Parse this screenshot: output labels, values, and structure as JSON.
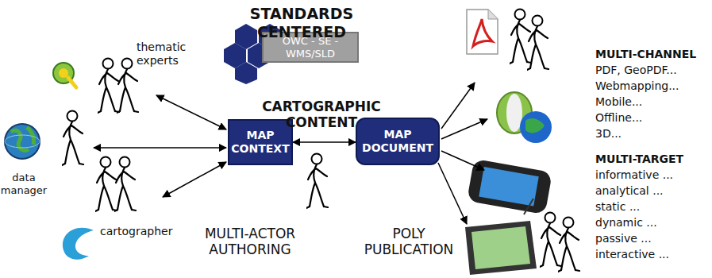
{
  "diagram": {
    "nodes": [
      {
        "text": [
          "OWC - SE - WMS/SLD"
        ]
      },
      {
        "text": [
          "MAP CONTEXT"
        ]
      },
      {
        "text": [
          "MAP DOCUMENT"
        ]
      }
    ],
    "edges": [
      {
        "from": 1,
        "to": 2,
        "arrow": "both"
      }
    ],
    "labels": [
      "STANDARDS CENTERED",
      "CARTOGRAPHIC CONTENT",
      "MULTI-ACTOR AUTHORING",
      "POLY PUBLICATION",
      "thematic experts",
      "data manager",
      "cartographer",
      "MULTI-CHANNEL",
      "PDF, GeoPDF...",
      "Webmapping...",
      "Mobile...",
      "Offline...",
      "3D...",
      "MULTI-TARGET",
      "informative ...",
      "analytical ...",
      "static ...",
      "dynamic ...",
      "passive ...",
      "interactive ..."
    ]
  }
}
